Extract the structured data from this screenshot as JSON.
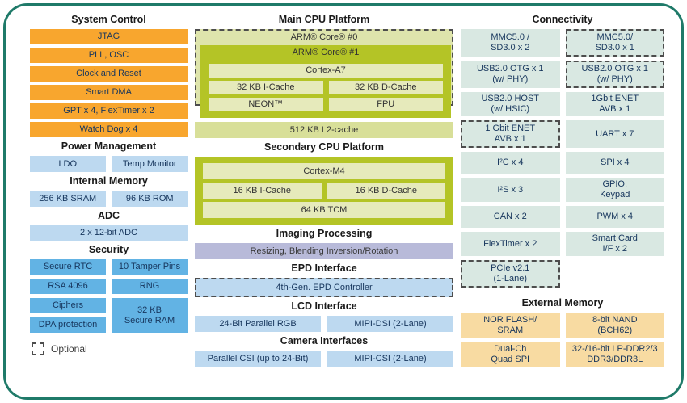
{
  "legend": {
    "label": "Optional"
  },
  "colors": {
    "panel_border": "#1F7A69",
    "orange": "#F8A62E",
    "light_blue": "#BDD9F0",
    "medium_blue": "#62B3E4",
    "olive_green": "#B4C426",
    "pale_olive": "#E6EABB",
    "dashed_cpu_bg": "#DEE4AC",
    "l2_bar": "#D8DF99",
    "lavender": "#B8BAD9",
    "mint_green": "#D9E8E2",
    "tan": "#F8DBA2",
    "navy_text": "#17365D"
  },
  "system_control": {
    "title": "System Control",
    "items": [
      "JTAG",
      "PLL, OSC",
      "Clock and Reset",
      "Smart DMA",
      "GPT x 4, FlexTimer x 2",
      "Watch Dog x 4"
    ]
  },
  "power_management": {
    "title": "Power Management",
    "items": [
      "LDO",
      "Temp Monitor"
    ]
  },
  "internal_memory": {
    "title": "Internal Memory",
    "items": [
      "256 KB SRAM",
      "96 KB ROM"
    ]
  },
  "adc": {
    "title": "ADC",
    "items": [
      "2 x 12-bit ADC"
    ]
  },
  "security": {
    "title": "Security",
    "items": [
      "Secure RTC",
      "10 Tamper Pins",
      "RSA 4096",
      "RNG",
      "Ciphers",
      "32 KB\nSecure RAM",
      "DPA protection"
    ]
  },
  "main_cpu": {
    "title": "Main CPU Platform",
    "core0": "ARM® Core® #0",
    "core1": "ARM® Core® #1",
    "cortex": "Cortex-A7",
    "icache": "32 KB I-Cache",
    "dcache": "32 KB D-Cache",
    "neon": "NEON™",
    "fpu": "FPU",
    "l2": "512 KB L2-cache"
  },
  "secondary_cpu": {
    "title": "Secondary CPU Platform",
    "cortex": "Cortex-M4",
    "icache": "16 KB I-Cache",
    "dcache": "16 KB D-Cache",
    "tcm": "64 KB TCM"
  },
  "imaging": {
    "title": "Imaging Processing",
    "block": "Resizing, Blending Inversion/Rotation"
  },
  "epd": {
    "title": "EPD Interface",
    "block": "4th-Gen. EPD Controller"
  },
  "lcd": {
    "title": "LCD Interface",
    "items": [
      "24-Bit Parallel RGB",
      "MIPI-DSI (2-Lane)"
    ]
  },
  "camera": {
    "title": "Camera Interfaces",
    "items": [
      "Parallel CSI (up to 24-Bit)",
      "MIPI-CSI (2-Lane)"
    ]
  },
  "connectivity": {
    "title": "Connectivity",
    "cells": [
      "MMC5.0 /\nSD3.0 x 2",
      "MMC5.0/\nSD3.0 x 1",
      "USB2.0 OTG x 1\n(w/ PHY)",
      "USB2.0 OTG x 1\n(w/ PHY)",
      "USB2.0 HOST\n(w/ HSIC)",
      "1Gbit ENET\nAVB x 1",
      "1 Gbit ENET\nAVB x 1",
      "UART x 7",
      "I²C x 4",
      "SPI x 4",
      "I²S x 3",
      "GPIO,\nKeypad",
      "CAN x 2",
      "PWM x 4",
      "FlexTimer x 2",
      "Smart Card\nI/F x 2",
      "PCIe v2.1\n(1-Lane)"
    ]
  },
  "external_memory": {
    "title": "External Memory",
    "items": [
      "NOR FLASH/\nSRAM",
      "8-bit NAND\n(BCH62)",
      "Dual-Ch\nQuad SPI",
      "32-/16-bit LP-DDR2/3\nDDR3/DDR3L"
    ]
  }
}
